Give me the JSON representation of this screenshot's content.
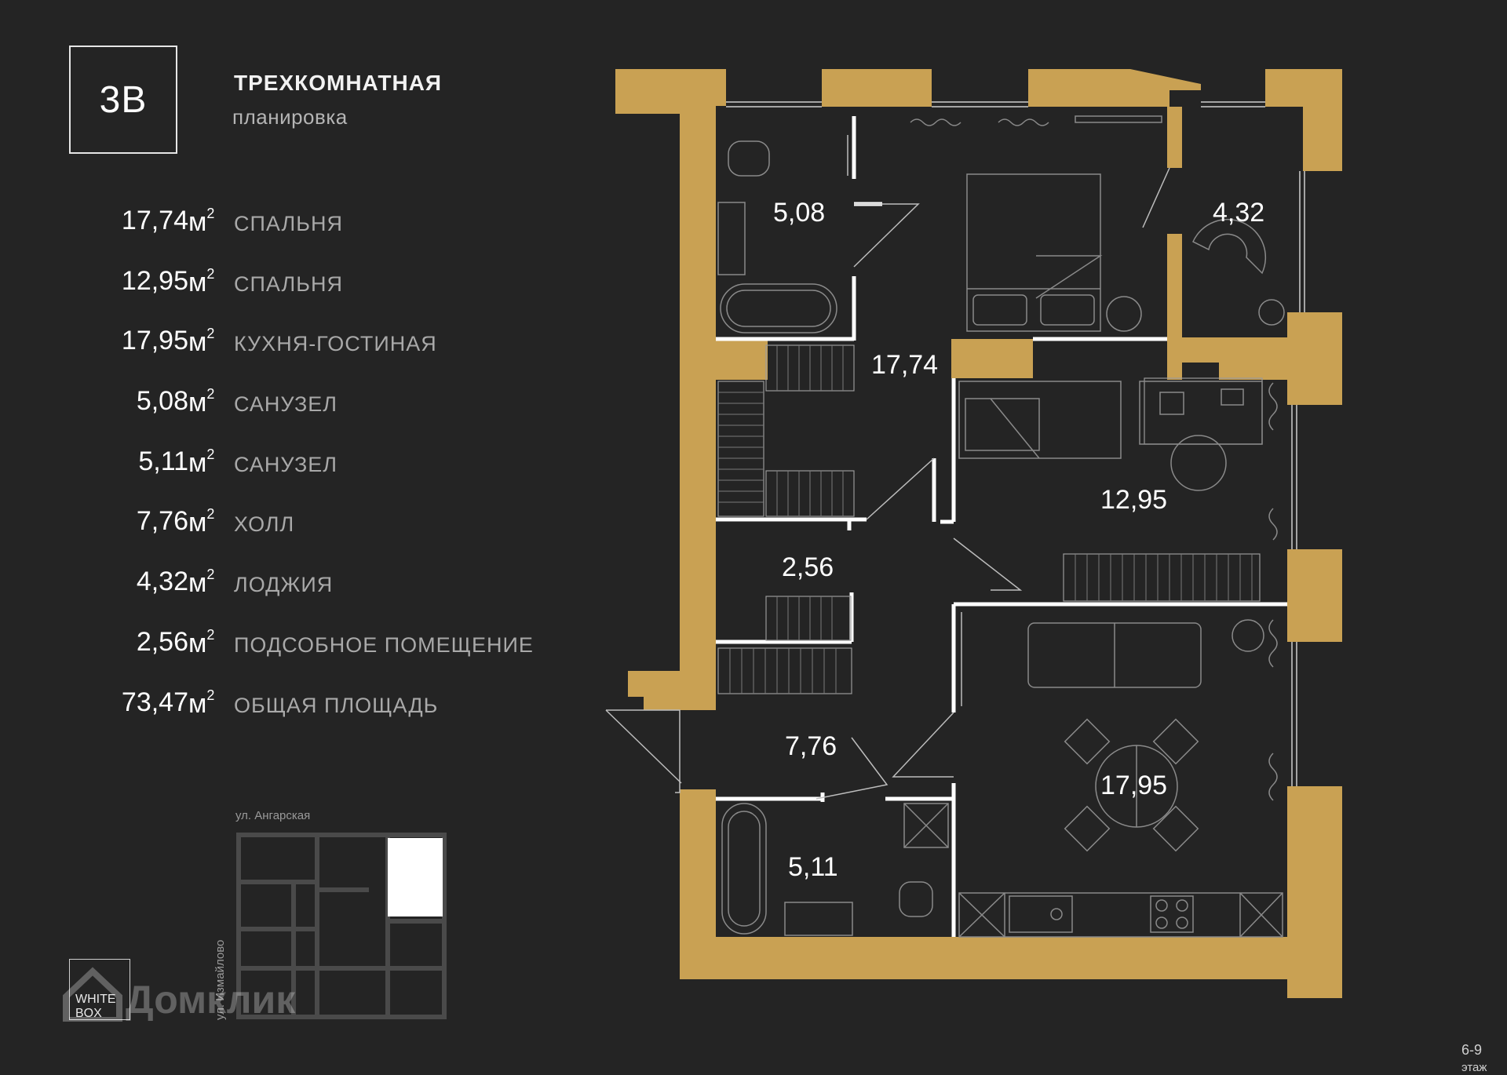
{
  "header": {
    "code": "3B",
    "title": "ТРЕХКОМНАТНАЯ",
    "subtitle": "планировка"
  },
  "rooms": [
    {
      "area": "17,74",
      "unit": "м",
      "sup": "2",
      "name": "СПАЛЬНЯ"
    },
    {
      "area": "12,95",
      "unit": "м",
      "sup": "2",
      "name": "СПАЛЬНЯ"
    },
    {
      "area": "17,95",
      "unit": "м",
      "sup": "2",
      "name": "КУХНЯ-ГОСТИНАЯ"
    },
    {
      "area": "5,08",
      "unit": "м",
      "sup": "2",
      "name": "САНУЗЕЛ"
    },
    {
      "area": "5,11",
      "unit": "м",
      "sup": "2",
      "name": "САНУЗЕЛ"
    },
    {
      "area": "7,76",
      "unit": "м",
      "sup": "2",
      "name": "ХОЛЛ"
    },
    {
      "area": "4,32",
      "unit": "м",
      "sup": "2",
      "name": "ЛОДЖИЯ"
    },
    {
      "area": "2,56",
      "unit": "м",
      "sup": "2",
      "name": "ПОДСОБНОЕ ПОМЕЩЕНИЕ"
    },
    {
      "area": "73,47",
      "unit": "м",
      "sup": "2",
      "name": "ОБЩАЯ ПЛОЩАДЬ"
    }
  ],
  "plan_labels": {
    "bath1": "5,08",
    "loggia": "4,32",
    "bedroom1": "17,74",
    "bedroom2": "12,95",
    "storage": "2,56",
    "hall": "7,76",
    "bath2": "5,11",
    "living": "17,95"
  },
  "site_map": {
    "street_top": "ул. Ангарская",
    "street_left": "ул. Измайлово"
  },
  "floor": "6-9",
  "floor_suffix": "этаж",
  "logo": {
    "line1": "WHITE",
    "line2": "BOX"
  },
  "watermark": "Домклик",
  "colors": {
    "background": "#242424",
    "walls": "#c9a153",
    "lines": "#ffffff",
    "furniture": "#8a8a8a"
  }
}
